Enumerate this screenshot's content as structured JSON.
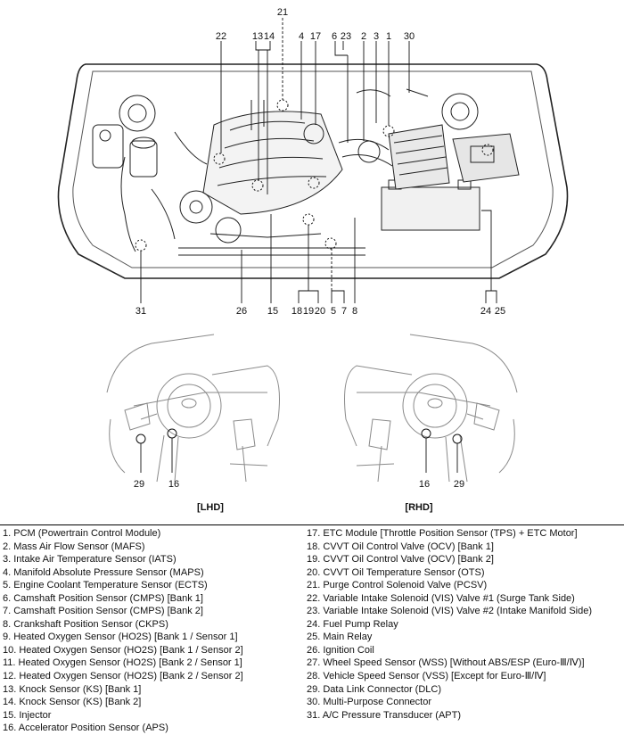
{
  "callouts": {
    "n1": "1",
    "n2": "2",
    "n3": "3",
    "n4": "4",
    "n5": "5",
    "n6": "6",
    "n7": "7",
    "n8": "8",
    "n14": "14",
    "n15": "15",
    "n16": "16",
    "n17": "17",
    "n18": "18",
    "n19": "19",
    "n20": "20",
    "n21": "21",
    "n22": "22",
    "n23": "23",
    "n24": "24",
    "n25": "25",
    "n26": "26",
    "n29": "29",
    "n30": "30",
    "n31": "31",
    "n13": "13"
  },
  "captions": {
    "lhd": "[LHD]",
    "rhd": "[RHD]"
  },
  "legend_left": [
    "1. PCM (Powertrain Control Module)",
    "2. Mass Air Flow Sensor (MAFS)",
    "3. Intake Air Temperature Sensor (IATS)",
    "4. Manifold Absolute Pressure Sensor (MAPS)",
    "5. Engine Coolant Temperature Sensor (ECTS)",
    "6. Camshaft Position Sensor (CMPS) [Bank 1]",
    "7. Camshaft Position Sensor (CMPS) [Bank 2]",
    "8. Crankshaft Position Sensor (CKPS)",
    "9. Heated Oxygen Sensor (HO2S) [Bank 1 / Sensor 1]",
    "10. Heated Oxygen Sensor (HO2S) [Bank 1 / Sensor 2]",
    "11. Heated Oxygen Sensor (HO2S) [Bank 2 / Sensor 1]",
    "12. Heated Oxygen Sensor (HO2S) [Bank 2 / Sensor 2]",
    "13. Knock Sensor (KS) [Bank 1]",
    "14. Knock Sensor (KS) [Bank 2]",
    "15. Injector",
    "16. Accelerator Position Sensor (APS)"
  ],
  "legend_right": [
    "17. ETC Module [Throttle Position Sensor (TPS) + ETC Motor]",
    "18. CVVT Oil Control Valve (OCV) [Bank 1]",
    "19. CVVT Oil Control Valve (OCV) [Bank 2]",
    "20. CVVT Oil Temperature Sensor (OTS)",
    "21. Purge Control Solenoid Valve (PCSV)",
    "22. Variable Intake Solenoid (VIS) Valve #1 (Surge Tank Side)",
    "23. Variable Intake Solenoid (VIS) Valve #2 (Intake Manifold Side)",
    "24. Fuel Pump Relay",
    "25. Main Relay",
    "26. Ignition Coil",
    "27. Wheel Speed Sensor (WSS) [Without ABS/ESP (Euro-Ⅲ/Ⅳ)]",
    "28. Vehicle Speed Sensor (VSS) [Except for Euro-Ⅲ/Ⅳ]",
    "29. Data Link Connector (DLC)",
    "30. Multi-Purpose Connector",
    "31. A/C Pressure Transducer (APT)"
  ]
}
